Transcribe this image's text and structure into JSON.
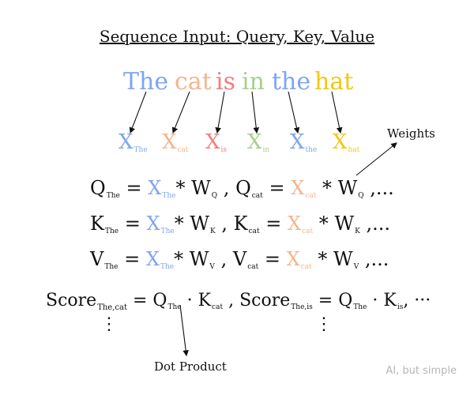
{
  "title": "Sequence Input: Query, Key, Value",
  "words": [
    {
      "text": "The",
      "color": "#7fa5ef"
    },
    {
      "text": "cat",
      "color": "#f4b58d"
    },
    {
      "text": "is",
      "color": "#ef7f7f"
    },
    {
      "text": "in",
      "color": "#a8cf8e"
    },
    {
      "text": "the",
      "color": "#7fa5ef"
    },
    {
      "text": "hat",
      "color": "#f1c90f"
    }
  ],
  "x_vectors": [
    {
      "symbol": "X",
      "sub": "The"
    },
    {
      "symbol": "X",
      "sub": "cat"
    },
    {
      "symbol": "X",
      "sub": "is"
    },
    {
      "symbol": "X",
      "sub": "in"
    },
    {
      "symbol": "X",
      "sub": "the"
    },
    {
      "symbol": "X",
      "sub": "hat"
    }
  ],
  "weights_label": "Weights",
  "dot_product_label": "Dot Product",
  "watermark": "AI, but simple",
  "equations": {
    "q": {
      "lhs": "Q",
      "w": "W",
      "w_sub": "Q"
    },
    "k": {
      "lhs": "K",
      "w": "W",
      "w_sub": "K"
    },
    "v": {
      "lhs": "V",
      "w": "W",
      "w_sub": "V"
    },
    "sub_the": "The",
    "sub_cat": "cat",
    "x": "X",
    "equals": "=",
    "times": "*",
    "comma": ",",
    "ellipsis": ",..."
  },
  "score": {
    "label": "Score",
    "sub1": "The,cat",
    "sub2": "The,is",
    "q": "Q",
    "q_sub": "The",
    "k": "K",
    "k_sub1": "cat",
    "k_sub2": "is",
    "dot": "·",
    "ellipsis": ", ···",
    "vdots": "⋮"
  }
}
